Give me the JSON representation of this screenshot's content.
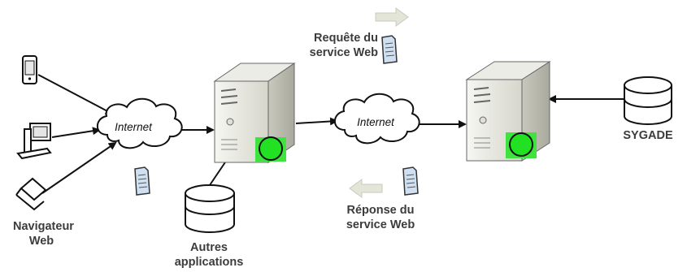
{
  "labels": {
    "internet_left": "Internet",
    "internet_right": "Internet",
    "navigator_line1": "Navigateur",
    "navigator_line2": "Web",
    "other_apps_line1": "Autres",
    "other_apps_line2": "applications",
    "request_line1": "Requête du",
    "request_line2": "service Web",
    "response_line1": "Réponse du",
    "response_line2": "service Web",
    "database_name": "SYGADE"
  },
  "colors": {
    "status_indicator": "#22e022",
    "arrow_hint": "#e3e6d6",
    "document": "#cfe0f2"
  }
}
